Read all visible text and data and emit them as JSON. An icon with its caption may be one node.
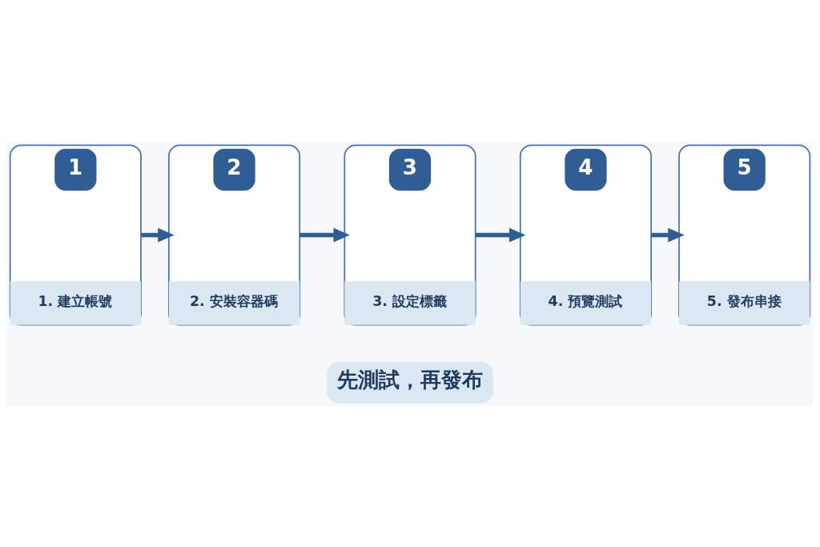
{
  "diagram": {
    "nodes": [
      {
        "text": [
          "1",
          "1. 建立帳號"
        ]
      },
      {
        "text": [
          "2",
          "2. 安裝容器碼"
        ]
      },
      {
        "text": [
          "3",
          "3. 設定標籤"
        ]
      },
      {
        "text": [
          "4",
          "4. 預覽測試"
        ]
      },
      {
        "text": [
          "5",
          "5. 發布串接"
        ]
      },
      {
        "text": [
          "先測試，再發布"
        ]
      }
    ],
    "edges": [
      {
        "from": 0,
        "to": 1,
        "arrow": "to"
      },
      {
        "from": 1,
        "to": 2,
        "arrow": "to"
      },
      {
        "from": 2,
        "to": 3,
        "arrow": "to"
      },
      {
        "from": 3,
        "to": 4,
        "arrow": "to"
      }
    ]
  }
}
